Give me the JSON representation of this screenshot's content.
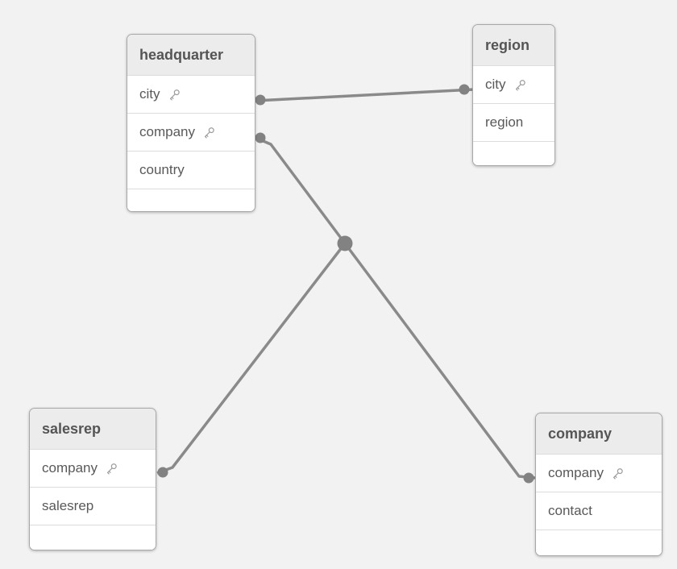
{
  "diagram": {
    "background_color": "#f2f2f2",
    "connector_color": "#8a8a8a",
    "dot_color": "#828282",
    "tables": [
      {
        "title": "headquarter",
        "fields": [
          {
            "name": "city",
            "key": true
          },
          {
            "name": "company",
            "key": true
          },
          {
            "name": "country",
            "key": false
          }
        ]
      },
      {
        "title": "region",
        "fields": [
          {
            "name": "city",
            "key": true
          },
          {
            "name": "region",
            "key": false
          }
        ]
      },
      {
        "title": "salesrep",
        "fields": [
          {
            "name": "company",
            "key": true
          },
          {
            "name": "salesrep",
            "key": false
          }
        ]
      },
      {
        "title": "company",
        "fields": [
          {
            "name": "company",
            "key": true
          },
          {
            "name": "contact",
            "key": false
          }
        ]
      }
    ],
    "links": [
      {
        "from": "headquarter.city",
        "to": "region.city"
      },
      {
        "from": "headquarter.company",
        "to": "salesrep.company"
      },
      {
        "from": "headquarter.company",
        "to": "company.company"
      }
    ]
  }
}
